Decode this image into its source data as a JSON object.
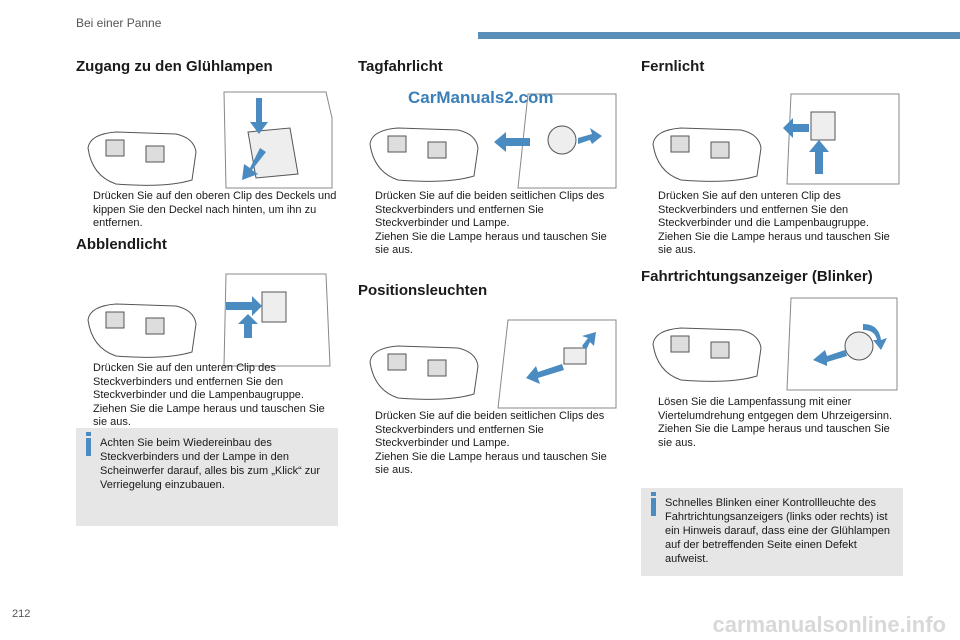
{
  "header": {
    "section": "Bei einer Panne"
  },
  "page_number": "212",
  "watermark": "CarManuals2.com",
  "footer_site": "carmanualsonline.info",
  "bullet_glyph": "",
  "colors": {
    "accent": "#5b8fb9",
    "note_bg": "#e6e6e6",
    "note_bar": "#4a8bc2"
  },
  "col1": {
    "title1": "Zugang zu den Glühlampen",
    "steps1": [
      "Drücken Sie auf den oberen Clip des Deckels und kippen Sie den Deckel nach hinten, um ihn zu entfernen."
    ],
    "title2": "Abblendlicht",
    "steps2": [
      "Drücken Sie auf den unteren Clip des Steckverbinders und entfernen Sie den Steckverbinder und die Lampenbaugruppe.",
      "Ziehen Sie die Lampe heraus und tauschen Sie sie aus."
    ],
    "note": "Achten Sie beim Wiedereinbau des Steckverbinders und der Lampe in den Scheinwerfer darauf, alles bis zum „Klick“ zur Verriegelung einzubauen."
  },
  "col2": {
    "title1": "Tagfahrlicht",
    "steps1": [
      "Drücken Sie auf die beiden seitlichen Clips des Steckverbinders und entfernen Sie Steckverbinder und Lampe.",
      "Ziehen Sie die Lampe heraus und tauschen Sie sie aus."
    ],
    "title2": "Positionsleuchten",
    "steps2": [
      "Drücken Sie auf die beiden seitlichen Clips des Steckverbinders und entfernen Sie Steckverbinder und Lampe.",
      "Ziehen Sie die Lampe heraus und tauschen Sie sie aus."
    ]
  },
  "col3": {
    "title1": "Fernlicht",
    "steps1": [
      "Drücken Sie auf den unteren Clip des Steckverbinders und entfernen Sie den Steckverbinder und die Lampenbaugruppe.",
      "Ziehen Sie die Lampe heraus und tauschen Sie sie aus."
    ],
    "title2": "Fahrtrichtungsanzeiger (Blinker)",
    "steps2": [
      "Lösen Sie die Lampenfassung mit einer Viertelumdrehung entgegen dem Uhrzeigersinn.",
      "Ziehen Sie die Lampe heraus und tauschen Sie sie aus."
    ],
    "note": "Schnelles Blinken einer Kontrollleuchte des Fahrtrichtungsanzeigers (links oder rechts) ist ein Hinweis darauf, dass eine der Glühlampen auf der betreffenden Seite einen Defekt aufweist."
  }
}
